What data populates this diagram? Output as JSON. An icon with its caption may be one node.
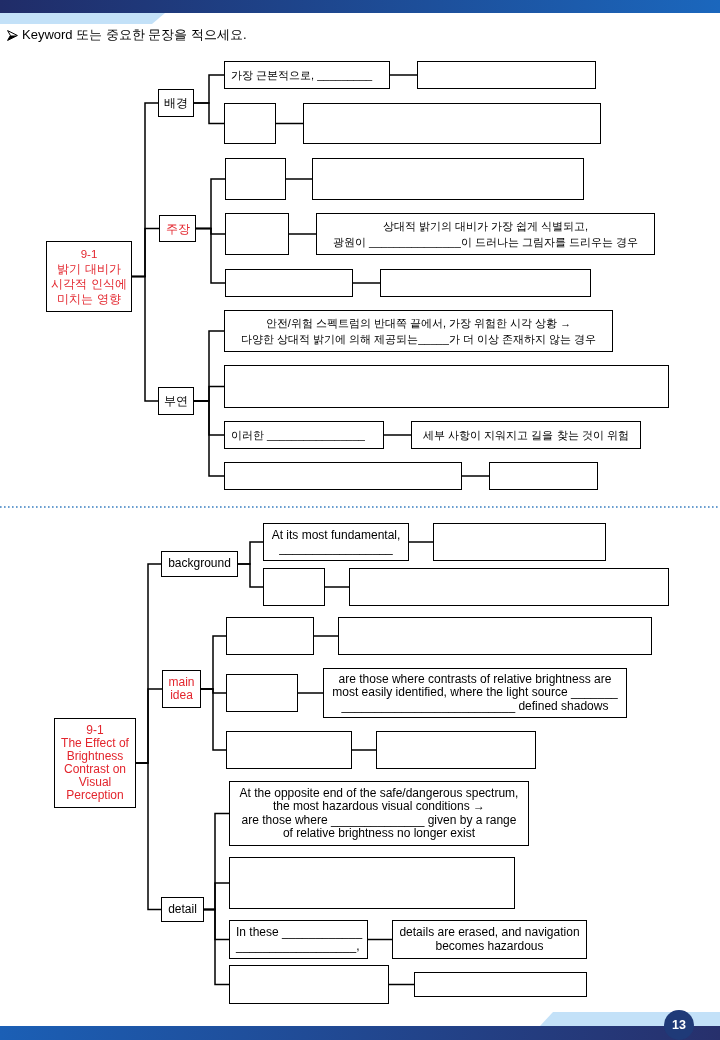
{
  "diagram": {
    "title": "Keyword 또는 중요한 문장을 적으세요.",
    "nodes": [
      {
        "text": [
          "9-1",
          "밝기 대비가 시각적 인식에 미치는 영향"
        ]
      },
      {
        "text": [
          "배경"
        ]
      },
      {
        "text": [
          "가장 근본적으로, _________"
        ]
      },
      {
        "text": [],
        "shape": "box"
      },
      {
        "text": [],
        "shape": "box"
      },
      {
        "text": [],
        "shape": "box"
      },
      {
        "text": [
          "주장"
        ]
      },
      {
        "text": [],
        "shape": "box"
      },
      {
        "text": [],
        "shape": "box"
      },
      {
        "text": [],
        "shape": "box"
      },
      {
        "text": [
          "상대적 밝기의 대비가 가장 쉽게 식별되고, 광원이 _______________이 드러나는 그림자를 드리우는 경우"
        ]
      },
      {
        "text": [],
        "shape": "box"
      },
      {
        "text": [],
        "shape": "box"
      },
      {
        "text": [
          "부연"
        ]
      },
      {
        "text": [
          "안전/위험 스펙트럼의 반대쪽 끝에서, 가장 위험한 시각 상황 → 다양한 상대적 밝기에 의해 제공되는_____가 더 이상 존재하지 않는 경우"
        ]
      },
      {
        "text": [],
        "shape": "box"
      },
      {
        "text": [
          "이러한 ________________"
        ]
      },
      {
        "text": [
          "세부 사항이 지워지고 길을 찾는 것이 위험"
        ]
      },
      {
        "text": [],
        "shape": "box"
      },
      {
        "text": [],
        "shape": "box"
      },
      {
        "text": [
          "9-1",
          "The Effect of Brightness Contrast on Visual Perception"
        ]
      },
      {
        "text": [
          "background"
        ]
      },
      {
        "text": [
          "At its most fundamental, _________________"
        ]
      },
      {
        "text": [],
        "shape": "box"
      },
      {
        "text": [],
        "shape": "box"
      },
      {
        "text": [],
        "shape": "box"
      },
      {
        "text": [
          "main idea"
        ]
      },
      {
        "text": [],
        "shape": "box"
      },
      {
        "text": [],
        "shape": "box"
      },
      {
        "text": [],
        "shape": "box"
      },
      {
        "text": [
          "are those where contrasts of relative brightness are most easily identified, where the light source _______ __________________________ defined shadows"
        ]
      },
      {
        "text": [],
        "shape": "box"
      },
      {
        "text": [],
        "shape": "box"
      },
      {
        "text": [
          "detail"
        ]
      },
      {
        "text": [
          "At the opposite end of the safe/dangerous spectrum, the most hazardous visual conditions → are those where ______________ given by a range of relative brightness no longer exist"
        ]
      },
      {
        "text": [],
        "shape": "box"
      },
      {
        "text": [
          "In these ____________ __________________,"
        ]
      },
      {
        "text": [
          "details are erased, and navigation becomes hazardous"
        ]
      },
      {
        "text": [],
        "shape": "box"
      },
      {
        "text": [],
        "shape": "box"
      }
    ],
    "edges": [
      {
        "from": 0,
        "to": 1,
        "arrow": "none"
      },
      {
        "from": 0,
        "to": 6,
        "arrow": "none"
      },
      {
        "from": 0,
        "to": 13,
        "arrow": "none"
      },
      {
        "from": 1,
        "to": 2,
        "arrow": "none"
      },
      {
        "from": 1,
        "to": 4,
        "arrow": "none"
      },
      {
        "from": 2,
        "to": 3,
        "arrow": "none"
      },
      {
        "from": 4,
        "to": 5,
        "arrow": "none"
      },
      {
        "from": 6,
        "to": 7,
        "arrow": "none"
      },
      {
        "from": 6,
        "to": 9,
        "arrow": "none"
      },
      {
        "from": 6,
        "to": 11,
        "arrow": "none"
      },
      {
        "from": 7,
        "to": 8,
        "arrow": "none"
      },
      {
        "from": 9,
        "to": 10,
        "arrow": "none"
      },
      {
        "from": 11,
        "to": 12,
        "arrow": "none"
      },
      {
        "from": 13,
        "to": 14,
        "arrow": "none"
      },
      {
        "from": 13,
        "to": 15,
        "arrow": "none"
      },
      {
        "from": 13,
        "to": 16,
        "arrow": "none"
      },
      {
        "from": 13,
        "to": 18,
        "arrow": "none"
      },
      {
        "from": 16,
        "to": 17,
        "arrow": "none"
      },
      {
        "from": 18,
        "to": 19,
        "arrow": "none"
      },
      {
        "from": 20,
        "to": 21,
        "arrow": "none"
      },
      {
        "from": 20,
        "to": 26,
        "arrow": "none"
      },
      {
        "from": 20,
        "to": 33,
        "arrow": "none"
      },
      {
        "from": 21,
        "to": 22,
        "arrow": "none"
      },
      {
        "from": 21,
        "to": 24,
        "arrow": "none"
      },
      {
        "from": 22,
        "to": 23,
        "arrow": "none"
      },
      {
        "from": 24,
        "to": 25,
        "arrow": "none"
      },
      {
        "from": 26,
        "to": 27,
        "arrow": "none"
      },
      {
        "from": 26,
        "to": 29,
        "arrow": "none"
      },
      {
        "from": 26,
        "to": 31,
        "arrow": "none"
      },
      {
        "from": 27,
        "to": 28,
        "arrow": "none"
      },
      {
        "from": 29,
        "to": 30,
        "arrow": "none"
      },
      {
        "from": 31,
        "to": 32,
        "arrow": "none"
      },
      {
        "from": 33,
        "to": 34,
        "arrow": "none"
      },
      {
        "from": 33,
        "to": 35,
        "arrow": "none"
      },
      {
        "from": 33,
        "to": 36,
        "arrow": "none"
      },
      {
        "from": 33,
        "to": 38,
        "arrow": "none"
      },
      {
        "from": 36,
        "to": 37,
        "arrow": "none"
      },
      {
        "from": 38,
        "to": 39,
        "arrow": "none"
      }
    ],
    "labels": [
      "13"
    ]
  }
}
